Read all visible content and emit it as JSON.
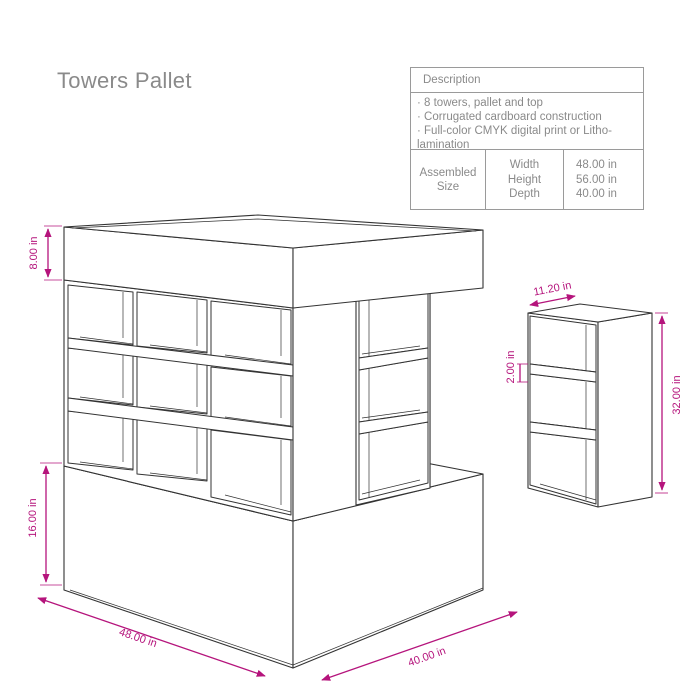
{
  "title": "Towers Pallet",
  "spec_table": {
    "header": "Description",
    "bullets": [
      "· 8 towers, pallet and top",
      "· Corrugated cardboard construction",
      "· Full-color CMYK digital print or Litho-lamination"
    ],
    "size_label": "Assembled Size",
    "dimensions": [
      {
        "name": "Width",
        "value": "48.00 in"
      },
      {
        "name": "Height",
        "value": "56.00 in"
      },
      {
        "name": "Depth",
        "value": "40.00 in"
      }
    ]
  },
  "dimension_labels": {
    "top_height": "8.00 in",
    "base_height": "16.00 in",
    "base_width": "48.00 in",
    "base_depth": "40.00 in",
    "tower_width": "11.20 in",
    "shelf_height": "2.00 in",
    "tower_height": "32.00 in"
  },
  "colors": {
    "dimension": "#b5147c",
    "line": "#333333",
    "text": "#8a8a8a"
  }
}
